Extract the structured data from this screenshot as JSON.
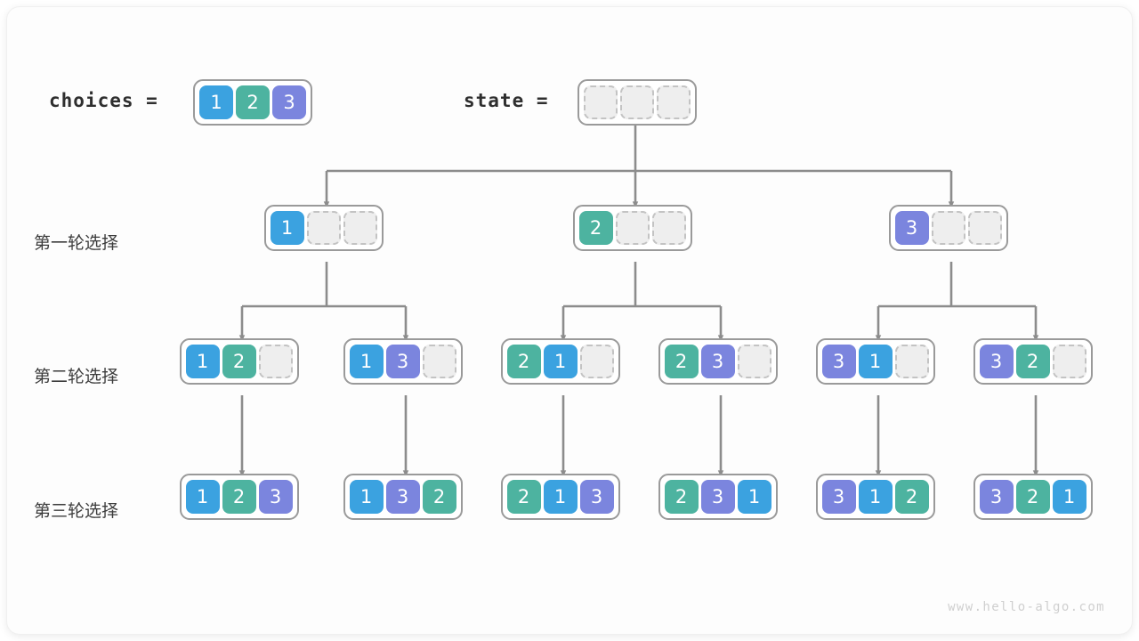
{
  "meta": {
    "watermark": "www.hello-algo.com"
  },
  "palette": {
    "value_1": "#3BA2E0",
    "value_2": "#4DB3A0",
    "value_3": "#7B85DE",
    "empty_fill": "#eeeeee",
    "empty_border": "#c3c3c3",
    "array_border": "#9a9a9a",
    "wire": "#8c8c8c",
    "label_text": "#3c3c3c",
    "canvas": "#fdfdfd"
  },
  "header": {
    "choices_label": "choices =",
    "choices_values": [
      "1",
      "2",
      "3"
    ],
    "state_label": "state =",
    "state_values": [
      "",
      "",
      ""
    ]
  },
  "rows": [
    {
      "label": "第一轮选择",
      "nodes": [
        {
          "cells": [
            "1",
            "",
            ""
          ]
        },
        {
          "cells": [
            "2",
            "",
            ""
          ]
        },
        {
          "cells": [
            "3",
            "",
            ""
          ]
        }
      ]
    },
    {
      "label": "第二轮选择",
      "nodes": [
        {
          "cells": [
            "1",
            "2",
            ""
          ]
        },
        {
          "cells": [
            "1",
            "3",
            ""
          ]
        },
        {
          "cells": [
            "2",
            "1",
            ""
          ]
        },
        {
          "cells": [
            "2",
            "3",
            ""
          ]
        },
        {
          "cells": [
            "3",
            "1",
            ""
          ]
        },
        {
          "cells": [
            "3",
            "2",
            ""
          ]
        }
      ]
    },
    {
      "label": "第三轮选择",
      "nodes": [
        {
          "cells": [
            "1",
            "2",
            "3"
          ]
        },
        {
          "cells": [
            "1",
            "3",
            "2"
          ]
        },
        {
          "cells": [
            "2",
            "1",
            "3"
          ]
        },
        {
          "cells": [
            "2",
            "3",
            "1"
          ]
        },
        {
          "cells": [
            "3",
            "1",
            "2"
          ]
        },
        {
          "cells": [
            "3",
            "2",
            "1"
          ]
        }
      ]
    }
  ]
}
